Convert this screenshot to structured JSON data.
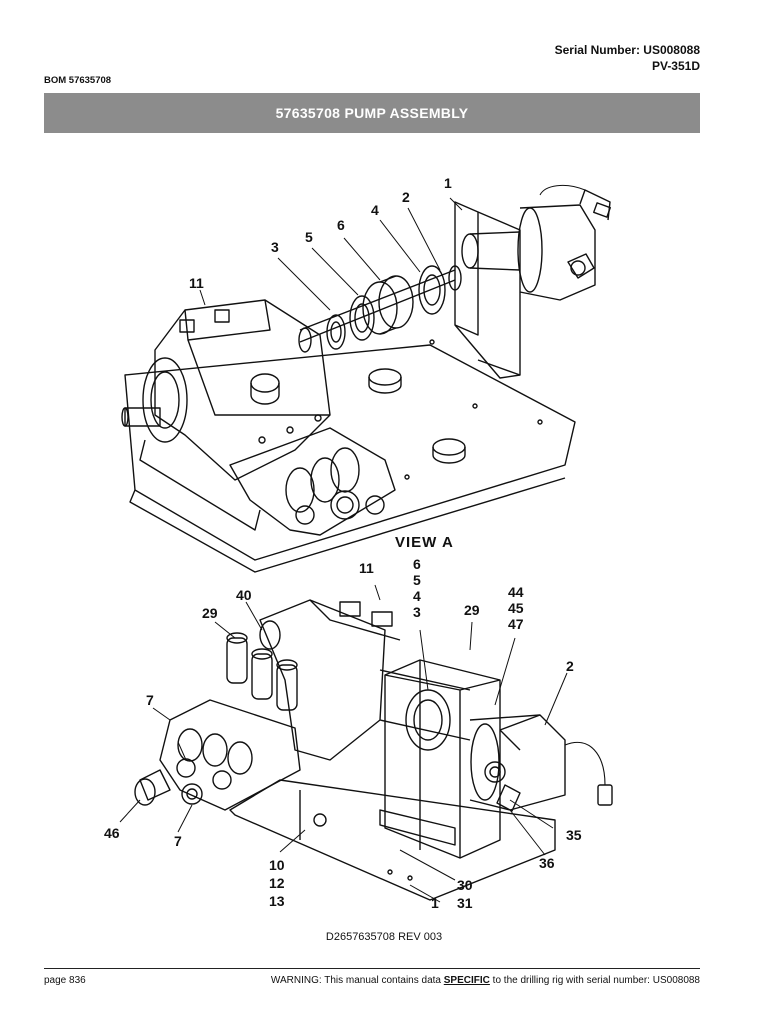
{
  "header": {
    "serial_label": "Serial Number: US008088",
    "model": "PV-351D",
    "bom": "BOM 57635708"
  },
  "banner": {
    "title": "57635708 PUMP ASSEMBLY"
  },
  "drawing": {
    "top_callouts": [
      "1",
      "2",
      "4",
      "6",
      "5",
      "3",
      "11"
    ],
    "view_label": "VIEW A",
    "bottom_callouts": [
      "11",
      "6",
      "5",
      "4",
      "3",
      "40",
      "29",
      "29",
      "44",
      "45",
      "47",
      "2",
      "7",
      "7",
      "46",
      "35",
      "36",
      "10",
      "12",
      "13",
      "30",
      "31",
      "1"
    ],
    "drawing_number": "D2657635708 REV 003"
  },
  "footer": {
    "page": "page 836",
    "warning_pre": "WARNING:  This manual contains data ",
    "warning_emph": "SPECIFIC",
    "warning_post": " to the drilling rig with serial number: US008088"
  }
}
